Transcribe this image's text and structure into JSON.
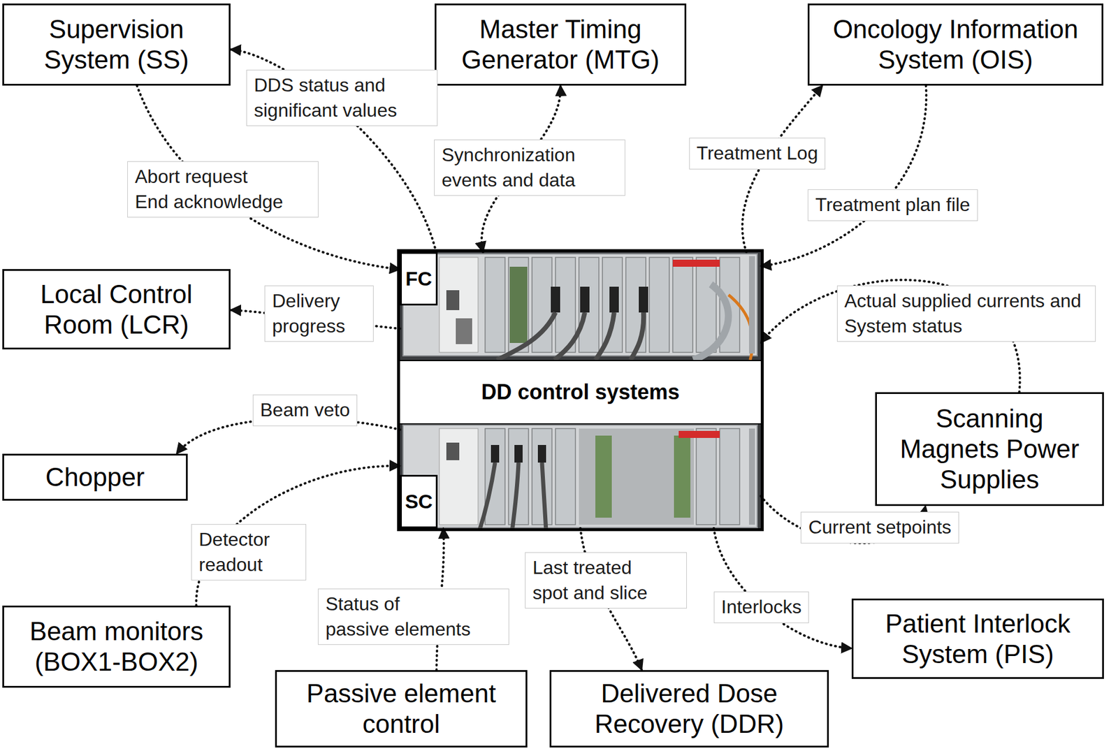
{
  "diagram": {
    "nodes": [
      {
        "text": [
          "Supervision System (SS)"
        ]
      },
      {
        "text": [
          "Master Timing Generator (MTG)"
        ]
      },
      {
        "text": [
          "Oncology Information System (OIS)"
        ]
      },
      {
        "text": [
          "Local Control Room (LCR)"
        ]
      },
      {
        "text": [
          "DD control systems"
        ]
      },
      {
        "text": [
          "FC"
        ],
        "in": 4
      },
      {
        "text": [
          "SC"
        ],
        "in": 4
      },
      {
        "text": [
          "Scanning Magnets Power Supplies"
        ]
      },
      {
        "text": [
          "Chopper"
        ]
      },
      {
        "text": [
          "Beam monitors (BOX1-BOX2)"
        ]
      },
      {
        "text": [
          "Passive element control"
        ]
      },
      {
        "text": [
          "Delivered Dose Recovery (DDR)"
        ]
      },
      {
        "text": [
          "Patient Interlock System (PIS)"
        ]
      }
    ],
    "edges": [
      {
        "from": 0,
        "to": 5,
        "label": "Abort request End acknowledge",
        "arrow": "to"
      },
      {
        "from": 5,
        "to": 0,
        "label": "DDS status and significant values",
        "arrow": "to"
      },
      {
        "from": 5,
        "to": 1,
        "label": "Synchronization events and data",
        "arrow": "both"
      },
      {
        "from": 5,
        "to": 2,
        "label": "Treatment Log",
        "arrow": "to"
      },
      {
        "from": 2,
        "to": 5,
        "label": "Treatment plan file",
        "arrow": "to"
      },
      {
        "from": 7,
        "to": 5,
        "label": "Actual supplied currents and System status",
        "arrow": "to"
      },
      {
        "from": 5,
        "to": 3,
        "label": "Delivery progress",
        "arrow": "to"
      },
      {
        "from": 6,
        "to": 8,
        "label": "Beam veto",
        "arrow": "to"
      },
      {
        "from": 9,
        "to": 6,
        "label": "Detector readout",
        "arrow": "to"
      },
      {
        "from": 10,
        "to": 6,
        "label": "Status of passive elements",
        "arrow": "to"
      },
      {
        "from": 6,
        "to": 11,
        "label": "Last treated spot and slice",
        "arrow": "to"
      },
      {
        "from": 6,
        "to": 12,
        "label": "Interlocks",
        "arrow": "to"
      },
      {
        "from": 6,
        "to": 7,
        "label": "Current setpoints",
        "arrow": "to"
      }
    ]
  }
}
